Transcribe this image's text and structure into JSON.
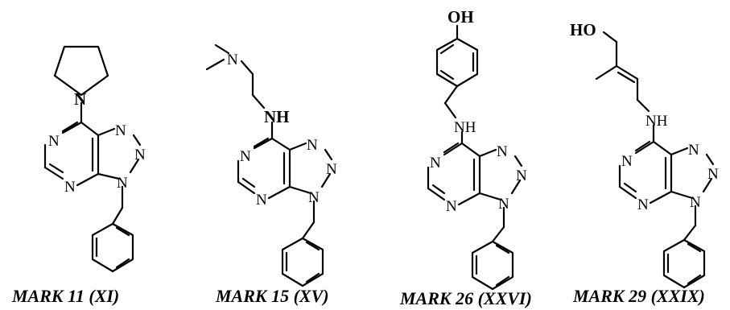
{
  "compounds": [
    {
      "caption": "MARK 11 (XI)",
      "atoms": {
        "n_pyr": "N",
        "n1": "N",
        "n3": "N",
        "nt1": "N",
        "nt2": "N",
        "nt3": "N"
      }
    },
    {
      "caption": "MARK 15 (XV)",
      "atoms": {
        "n_me2": "N",
        "nh": "NH",
        "n1": "N",
        "n3": "N",
        "nt1": "N",
        "nt2": "N",
        "nt3": "N"
      }
    },
    {
      "caption": "MARK 26 (XXVI)",
      "atoms": {
        "oh": "OH",
        "nh": "NH",
        "n1": "N",
        "n3": "N",
        "nt1": "N",
        "nt2": "N",
        "nt3": "N"
      }
    },
    {
      "caption": "MARK 29 (XXIX)",
      "atoms": {
        "ho": "HO",
        "nh": "NH",
        "n1": "N",
        "n3": "N",
        "nt1": "N",
        "nt2": "N",
        "nt3": "N"
      }
    }
  ]
}
